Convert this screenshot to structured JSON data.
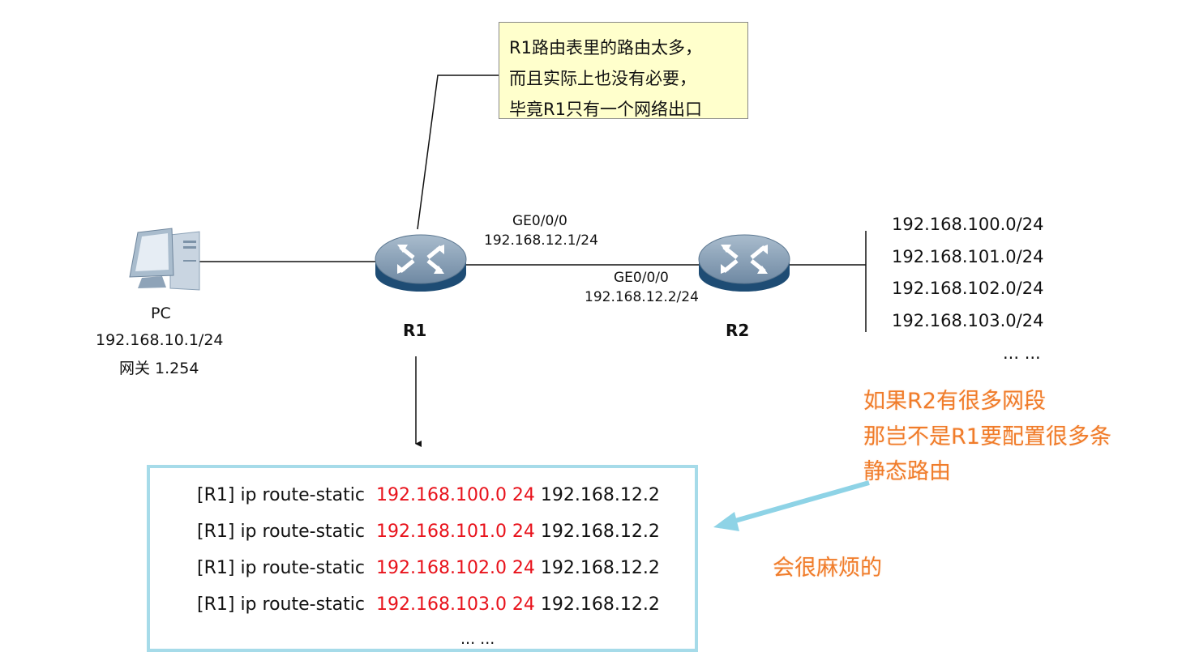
{
  "callout": {
    "lines": [
      "R1路由表里的路由太多，",
      "而且实际上也没有必要，",
      "毕竟R1只有一个网络出口"
    ]
  },
  "pc": {
    "name": "PC",
    "ip": "192.168.10.1/24",
    "gateway": "网关 1.254"
  },
  "r1": {
    "name": "R1",
    "iface": "GE0/0/0",
    "ip": "192.168.12.1/24"
  },
  "r2": {
    "name": "R2",
    "iface": "GE0/0/0",
    "ip": "192.168.12.2/24"
  },
  "networks": [
    "192.168.100.0/24",
    "192.168.101.0/24",
    "192.168.102.0/24",
    "192.168.103.0/24"
  ],
  "networks_more": "... ...",
  "commands": [
    {
      "prefix": "[R1] ip route-static",
      "dest": "192.168.100.0 24",
      "nexthop": "192.168.12.2"
    },
    {
      "prefix": "[R1] ip route-static",
      "dest": "192.168.101.0 24",
      "nexthop": "192.168.12.2"
    },
    {
      "prefix": "[R1] ip route-static",
      "dest": "192.168.102.0 24",
      "nexthop": "192.168.12.2"
    },
    {
      "prefix": "[R1] ip route-static",
      "dest": "192.168.103.0 24",
      "nexthop": "192.168.12.2"
    }
  ],
  "commands_more": "... ...",
  "note": {
    "lines": [
      "如果R2有很多网段",
      "那岂不是R1要配置很多条",
      "静态路由"
    ],
    "conclusion": "会很麻烦的"
  },
  "colors": {
    "accent_orange": "#f07c2a",
    "dest_red": "#e8121b",
    "box_blue": "#a6dbe9"
  }
}
